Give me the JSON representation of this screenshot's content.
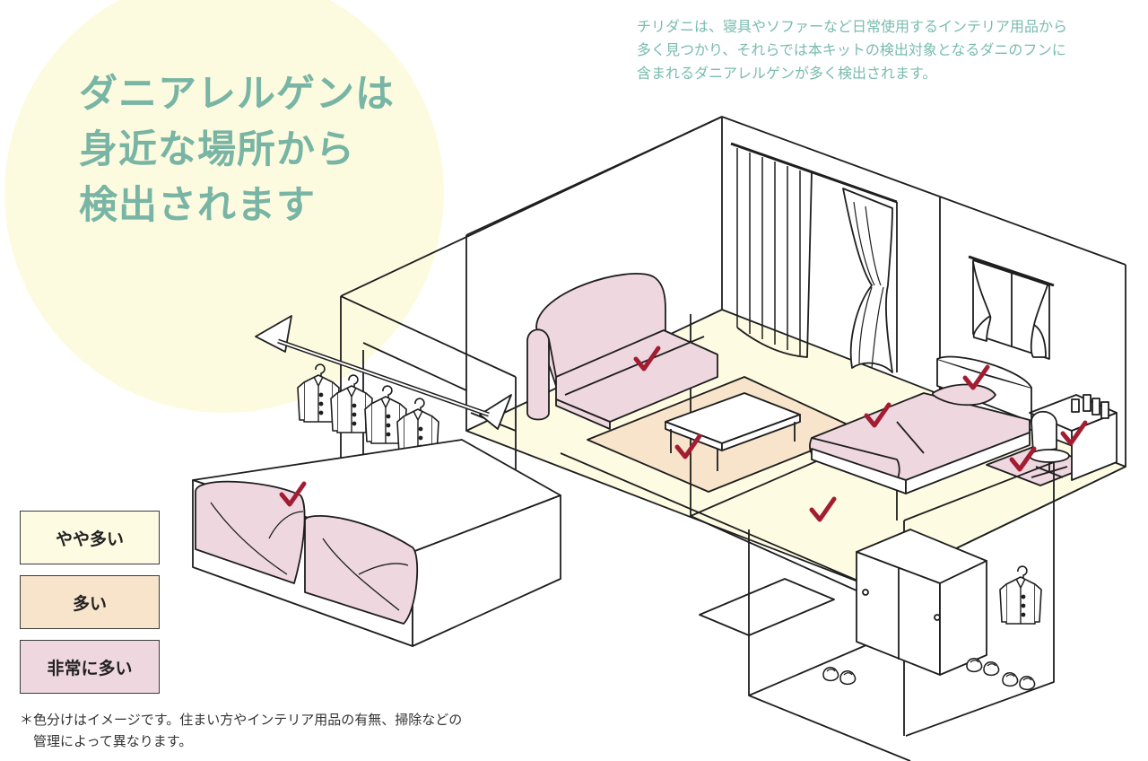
{
  "headline": {
    "lines": [
      "ダニアレルゲンは",
      "身近な場所から",
      "検出されます"
    ],
    "color": "#78b5a5"
  },
  "description": {
    "lines": [
      "チリダニは、寝具やソファーなど日常使用するインテリア用品から",
      "多く見つかり、それらでは本キットの検出対象となるダニのフンに",
      "含まれるダニアレルゲンが多く検出されます。"
    ],
    "color": "#79bcae"
  },
  "legend": [
    {
      "label": "やや多い",
      "color": "#fefbe3"
    },
    {
      "label": "多い",
      "color": "#f7e4cb"
    },
    {
      "label": "非常に多い",
      "color": "#efd7e0"
    }
  ],
  "note": {
    "lines": [
      "＊色分けはイメージです。住まい方やインテリア用品の有無、掃除などの",
      "　管理によって異なります。"
    ]
  },
  "colors": {
    "background_circle": "#fdfbdf",
    "outline": "#1e1e1e",
    "checkmark": "#a31d32"
  },
  "icons": [
    "checkmark-icon",
    "hanger-icon",
    "shirt-icon",
    "slipper-icon"
  ]
}
